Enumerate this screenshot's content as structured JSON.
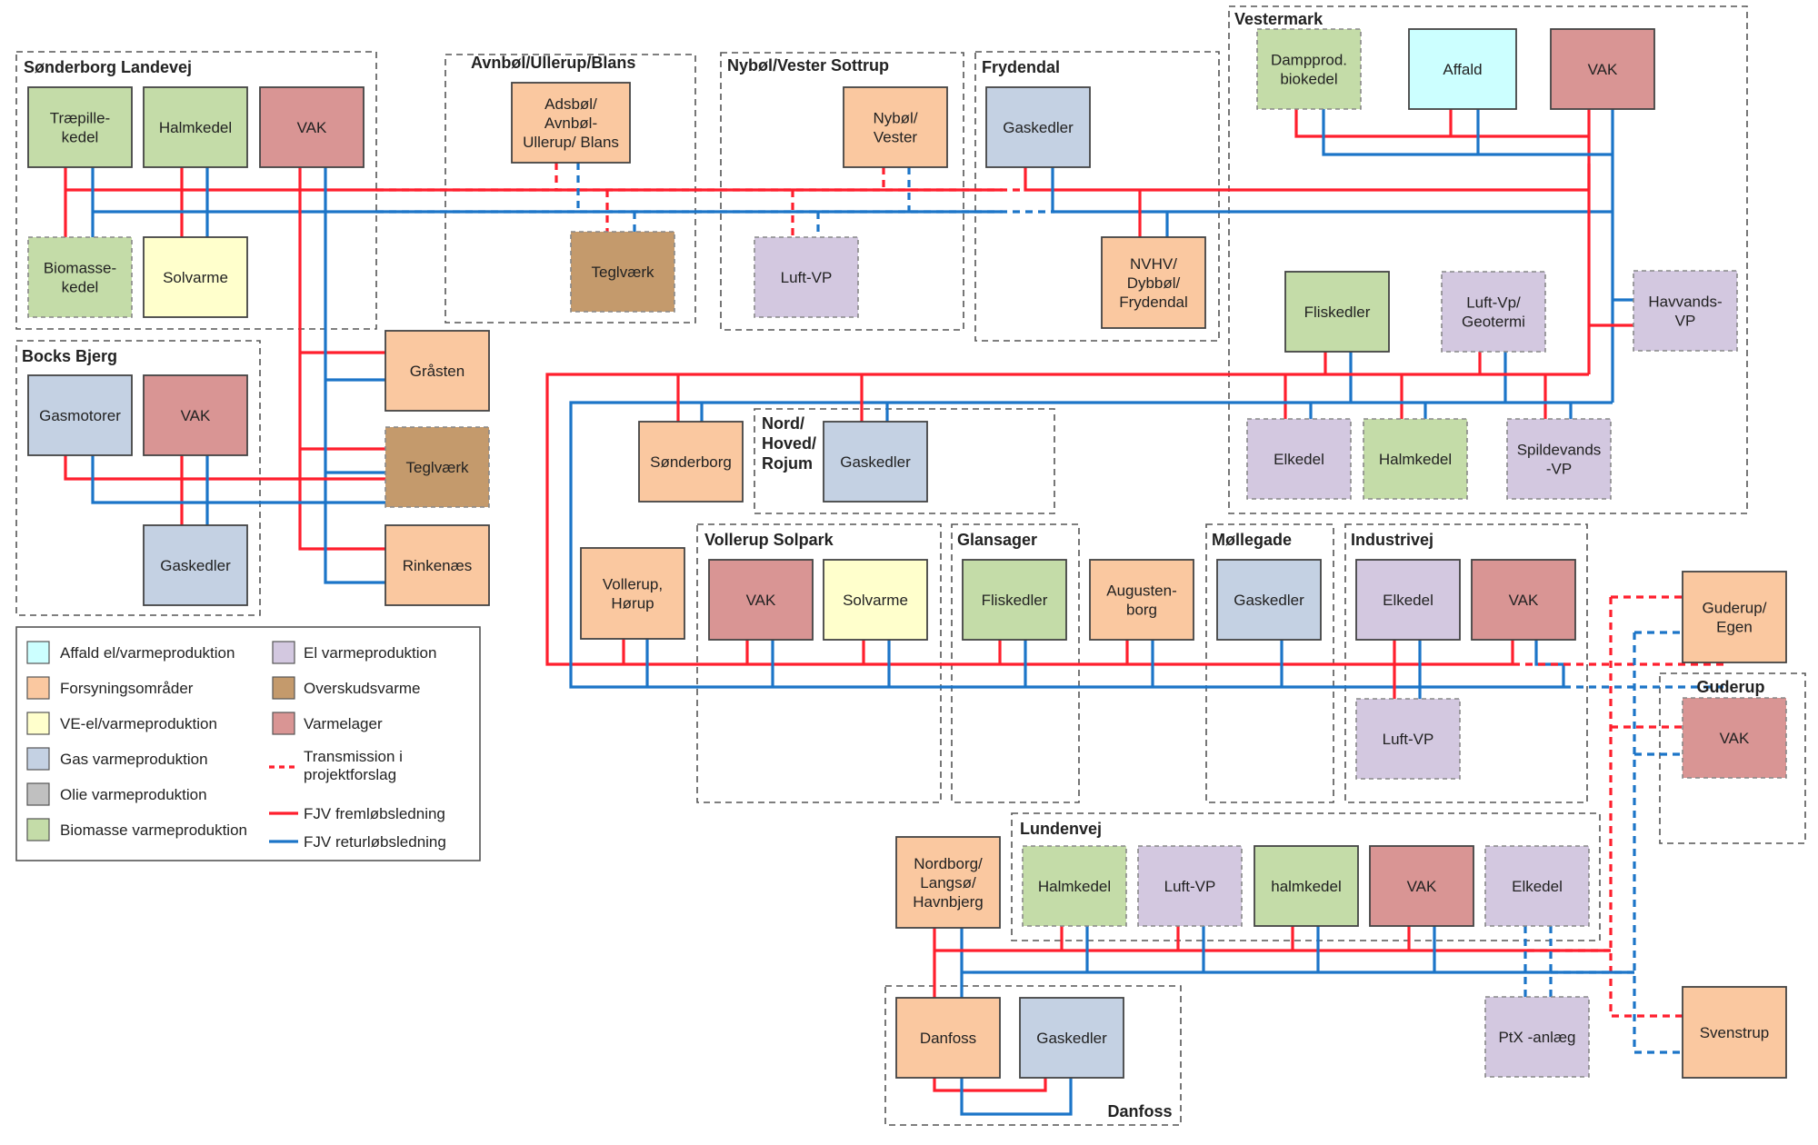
{
  "colors": {
    "affald": "#ccffff",
    "forsyning": "#fac8a0",
    "ve": "#ffffcc",
    "gas": "#c4d1e3",
    "olie": "#c0c0c0",
    "biomasse": "#c4dca8",
    "el": "#d3c8e0",
    "overskud": "#c49a6c",
    "varmelager": "#d99594",
    "supply": "#ff1f2d",
    "return": "#1c75c8"
  },
  "areas": [
    {
      "id": "sonderborg_landevej",
      "label": "Sønderborg Landevej"
    },
    {
      "id": "avnbol",
      "label": "Avnbøl/Ullerup/Blans"
    },
    {
      "id": "nybol",
      "label": "Nybøl/Vester Sottrup"
    },
    {
      "id": "frydendal",
      "label": "Frydendal"
    },
    {
      "id": "vestermark",
      "label": "Vestermark"
    },
    {
      "id": "bocks_bjerg",
      "label": "Bocks Bjerg"
    },
    {
      "id": "nord",
      "label": "Nord/\nHoved/\nRojum"
    },
    {
      "id": "vollerup_solpark",
      "label": "Vollerup Solpark"
    },
    {
      "id": "glansager",
      "label": "Glansager"
    },
    {
      "id": "mollegade",
      "label": "Møllegade"
    },
    {
      "id": "industrivej",
      "label": "Industrivej"
    },
    {
      "id": "guderup",
      "label": "Guderup"
    },
    {
      "id": "lundenvej",
      "label": "Lundenvej"
    },
    {
      "id": "danfoss",
      "label": "Danfoss"
    }
  ],
  "nodes": [
    {
      "id": "sl_trae",
      "label": "Træpille-\nkedel",
      "cat": "biomasse"
    },
    {
      "id": "sl_halm",
      "label": "Halmkedel",
      "cat": "biomasse"
    },
    {
      "id": "sl_vak",
      "label": "VAK",
      "cat": "varmelager"
    },
    {
      "id": "sl_bio",
      "label": "Biomasse-\nkedel",
      "cat": "biomasse",
      "dashed": true
    },
    {
      "id": "sl_sol",
      "label": "Solvarme",
      "cat": "ve"
    },
    {
      "id": "av_adsbol",
      "label": "Adsbøl/\nAvnbøl-\nUllerup/ Blans",
      "cat": "forsyning"
    },
    {
      "id": "av_tegl",
      "label": "Teglværk",
      "cat": "overskud",
      "dashed": true
    },
    {
      "id": "ny_nybol",
      "label": "Nybøl/\nVester",
      "cat": "forsyning"
    },
    {
      "id": "ny_luftvp",
      "label": "Luft-VP",
      "cat": "el",
      "dashed": true
    },
    {
      "id": "fr_gas",
      "label": "Gaskedler",
      "cat": "gas"
    },
    {
      "id": "fr_nvhv",
      "label": "NVHV/\nDybbøl/\nFrydendal",
      "cat": "forsyning"
    },
    {
      "id": "vm_damp",
      "label": "Dampprod.\nbiokedel",
      "cat": "biomasse",
      "dashed": true
    },
    {
      "id": "vm_affald",
      "label": "Affald",
      "cat": "affald"
    },
    {
      "id": "vm_vak",
      "label": "VAK",
      "cat": "varmelager"
    },
    {
      "id": "vm_flis",
      "label": "Fliskedler",
      "cat": "biomasse"
    },
    {
      "id": "vm_luftgeo",
      "label": "Luft-Vp/\nGeotermi",
      "cat": "el",
      "dashed": true
    },
    {
      "id": "vm_havvp",
      "label": "Havvands-\nVP",
      "cat": "el",
      "dashed": true
    },
    {
      "id": "vm_elkedel",
      "label": "Elkedel",
      "cat": "el",
      "dashed": true
    },
    {
      "id": "vm_halm",
      "label": "Halmkedel",
      "cat": "biomasse",
      "dashed": true
    },
    {
      "id": "vm_spild",
      "label": "Spildevands\n-VP",
      "cat": "el",
      "dashed": true
    },
    {
      "id": "bb_gasmot",
      "label": "Gasmotorer",
      "cat": "gas"
    },
    {
      "id": "bb_vak",
      "label": "VAK",
      "cat": "varmelager"
    },
    {
      "id": "bb_gas",
      "label": "Gaskedler",
      "cat": "gas"
    },
    {
      "id": "gra",
      "label": "Gråsten",
      "cat": "forsyning"
    },
    {
      "id": "tegl2",
      "label": "Teglværk",
      "cat": "overskud",
      "dashed": true
    },
    {
      "id": "rinke",
      "label": "Rinkenæs",
      "cat": "forsyning"
    },
    {
      "id": "sonder",
      "label": "Sønderborg",
      "cat": "forsyning"
    },
    {
      "id": "nord_gas",
      "label": "Gaskedler",
      "cat": "gas"
    },
    {
      "id": "vollerup",
      "label": "Vollerup,\nHørup",
      "cat": "forsyning"
    },
    {
      "id": "vs_vak",
      "label": "VAK",
      "cat": "varmelager"
    },
    {
      "id": "vs_sol",
      "label": "Solvarme",
      "cat": "ve"
    },
    {
      "id": "gl_flis",
      "label": "Fliskedler",
      "cat": "biomasse"
    },
    {
      "id": "augusten",
      "label": "Augusten-\nborg",
      "cat": "forsyning"
    },
    {
      "id": "mo_gas",
      "label": "Gaskedler",
      "cat": "gas"
    },
    {
      "id": "in_el",
      "label": "Elkedel",
      "cat": "el"
    },
    {
      "id": "in_vak",
      "label": "VAK",
      "cat": "varmelager"
    },
    {
      "id": "in_luftvp",
      "label": "Luft-VP",
      "cat": "el",
      "dashed": true
    },
    {
      "id": "gud_egen",
      "label": "Guderup/\nEgen",
      "cat": "forsyning"
    },
    {
      "id": "gud_vak",
      "label": "VAK",
      "cat": "varmelager",
      "dashed": true
    },
    {
      "id": "nordborg",
      "label": "Nordborg/\nLangsø/\nHavnbjerg",
      "cat": "forsyning"
    },
    {
      "id": "lv_halm",
      "label": "Halmkedel",
      "cat": "biomasse",
      "dashed": true
    },
    {
      "id": "lv_luftvp",
      "label": "Luft-VP",
      "cat": "el",
      "dashed": true
    },
    {
      "id": "lv_halm2",
      "label": "halmkedel",
      "cat": "biomasse"
    },
    {
      "id": "lv_vak",
      "label": "VAK",
      "cat": "varmelager"
    },
    {
      "id": "lv_elkedel",
      "label": "Elkedel",
      "cat": "el",
      "dashed": true
    },
    {
      "id": "ptx",
      "label": "PtX -anlæg",
      "cat": "el",
      "dashed": true
    },
    {
      "id": "danfoss",
      "label": "Danfoss",
      "cat": "forsyning"
    },
    {
      "id": "df_gas",
      "label": "Gaskedler",
      "cat": "gas"
    },
    {
      "id": "svenstrup",
      "label": "Svenstrup",
      "cat": "forsyning"
    }
  ],
  "legend": {
    "col1": [
      {
        "label": "Affald el/varmeproduktion",
        "cat": "affald"
      },
      {
        "label": "Forsyningsområder",
        "cat": "forsyning"
      },
      {
        "label": "VE-el/varmeproduktion",
        "cat": "ve"
      },
      {
        "label": "Gas varmeproduktion",
        "cat": "gas"
      },
      {
        "label": "Olie varmeproduktion",
        "cat": "olie"
      },
      {
        "label": "Biomasse varmeproduktion",
        "cat": "biomasse"
      }
    ],
    "col2_boxes": [
      {
        "label": "El varmeproduktion",
        "cat": "el"
      },
      {
        "label": "Overskudsvarme",
        "cat": "overskud"
      },
      {
        "label": "Varmelager",
        "cat": "varmelager"
      }
    ],
    "transmission": "Transmission i\nprojektforslag",
    "supply": "FJV fremløbsledning",
    "return": "FJV returløbsledning"
  }
}
